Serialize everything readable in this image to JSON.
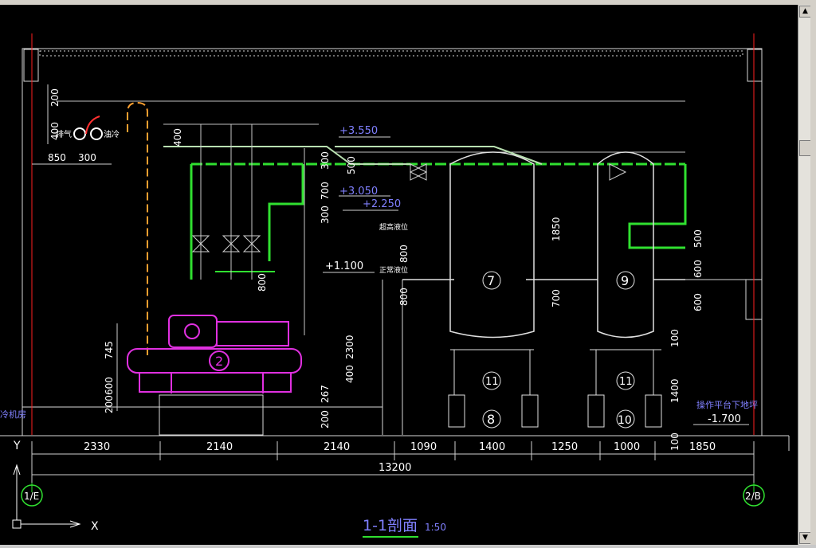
{
  "drawing": {
    "title": "1-1剖面",
    "scale": "1:50",
    "overall_dimension": "13200",
    "bay_dimensions": [
      "2330",
      "2140",
      "2140",
      "1090",
      "1400",
      "1250",
      "1000",
      "1850"
    ],
    "axis_left": "1/E",
    "axis_right": "2/B",
    "elevations": [
      "+3.550",
      "+3.050",
      "+2.250",
      "+1.100",
      "-1.700"
    ],
    "platform_note": "操作平台下地坪",
    "room_label": "冷机房",
    "pipe_labels": [
      "排气",
      "油冷"
    ],
    "level_labels": [
      "超高液位",
      "正常液位"
    ],
    "equipment_tags": [
      "2",
      "7",
      "8",
      "9",
      "10",
      "11",
      "11"
    ],
    "left_dims": [
      "850",
      "300",
      "400",
      "200",
      "400",
      "745",
      "600",
      "200"
    ],
    "mid_dims": [
      "800",
      "2300",
      "400",
      "267",
      "200"
    ],
    "upper_dims": [
      "500",
      "700",
      "300",
      "300"
    ],
    "tank_dims": [
      "800",
      "800",
      "1850",
      "700",
      "500",
      "600",
      "600",
      "100",
      "1400",
      "100"
    ],
    "ucs": {
      "x": "X",
      "y": "Y"
    }
  }
}
